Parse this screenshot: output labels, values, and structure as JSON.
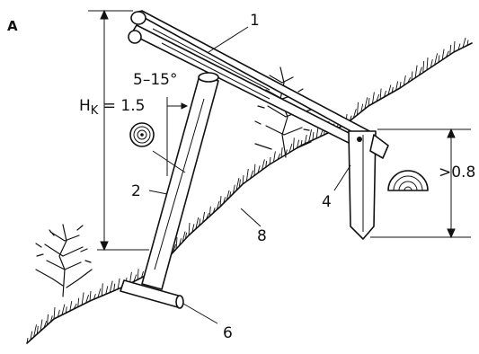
{
  "figure": {
    "panel_label": "A",
    "height_label": "H",
    "height_subscript": "K",
    "height_value": " = 1.5",
    "angle_label": "5–15°",
    "depth_label": ">0.8",
    "callouts": [
      {
        "id": "beam",
        "text": "1"
      },
      {
        "id": "strut",
        "text": "2"
      },
      {
        "id": "post",
        "text": "4"
      },
      {
        "id": "base-plank",
        "text": "6"
      },
      {
        "id": "slope",
        "text": "8"
      }
    ]
  }
}
